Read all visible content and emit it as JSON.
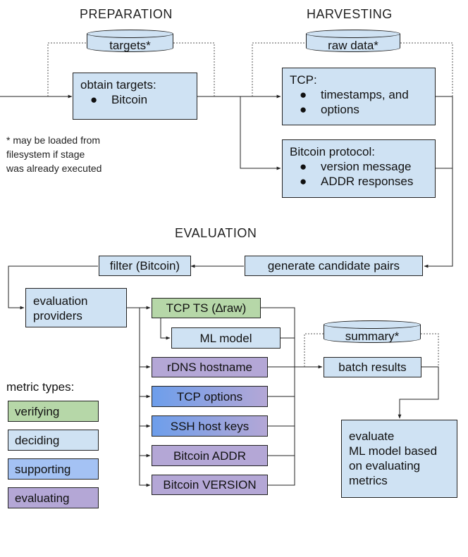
{
  "sections": {
    "preparation": "PREPARATION",
    "harvesting": "HARVESTING",
    "evaluation": "EVALUATION"
  },
  "stores": {
    "targets": "targets*",
    "raw_data": "raw data*",
    "summary": "summary*"
  },
  "preparation": {
    "obtain_title": "obtain targets:",
    "obtain_items": [
      "Bitcoin"
    ],
    "note_lines": [
      "* may be loaded from",
      "filesystem if stage",
      "was already executed"
    ]
  },
  "harvesting": {
    "tcp_title": "TCP:",
    "tcp_items": [
      "timestamps, and",
      "options"
    ],
    "btc_title": "Bitcoin protocol:",
    "btc_items": [
      "version message",
      "ADDR responses"
    ]
  },
  "evaluation": {
    "generate": "generate candidate pairs",
    "filter": "filter (Bitcoin)",
    "providers_lines": [
      "evaluation",
      "providers"
    ],
    "metrics": {
      "tcp_ts": "TCP TS (∆raw)",
      "ml_model": "ML model",
      "rdns": "rDNS hostname",
      "tcp_options": "TCP options",
      "ssh": "SSH host keys",
      "btc_addr": "Bitcoin ADDR",
      "btc_version": "Bitcoin VERSION"
    },
    "batch": "batch results",
    "evaluate_lines": [
      "evaluate",
      "ML model based",
      "on evaluating",
      "metrics"
    ]
  },
  "bullet": "●",
  "legend": {
    "title": "metric types:",
    "items": [
      "verifying",
      "deciding",
      "supporting",
      "evaluating"
    ]
  },
  "colors": {
    "verifying": "#b6d7a8",
    "deciding": "#cfe2f3",
    "supporting": "#a4c2f4",
    "evaluating": "#b4a7d6"
  }
}
